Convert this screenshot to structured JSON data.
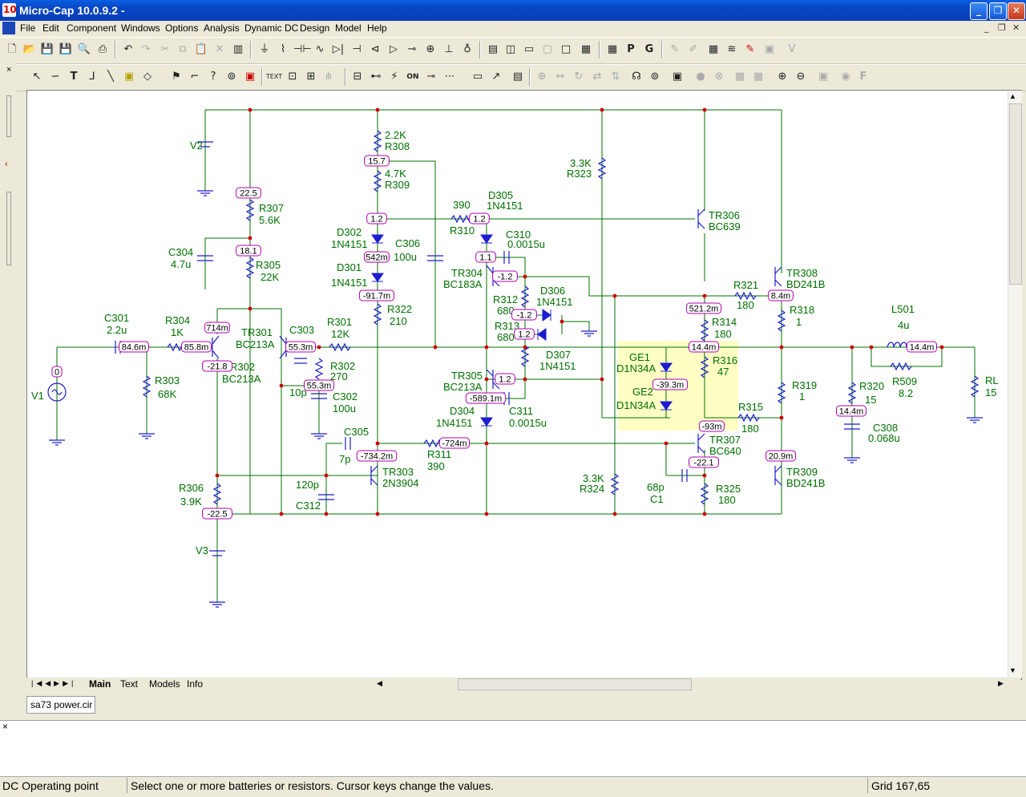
{
  "window": {
    "title": "Micro-Cap 10.0.9.2 -",
    "icon_text": "10"
  },
  "menu": [
    "File",
    "Edit",
    "Component",
    "Windows",
    "Options",
    "Analysis",
    "Dynamic DC",
    "Design",
    "Model",
    "Help"
  ],
  "toolbar_letters": {
    "p": "P",
    "g": "G",
    "text": "TEXT",
    "on": "ON",
    "f": "F"
  },
  "tabs": [
    "Main",
    "Text",
    "Models",
    "Info"
  ],
  "file_tab": "sa73 power.cir",
  "status": {
    "mode": "DC Operating point",
    "message": "Select one or more batteries or resistors. Cursor keys change the values.",
    "grid": "Grid 167,65"
  },
  "schematic": {
    "labels": [
      [
        "V2",
        236,
        185
      ],
      [
        "R307",
        322,
        263
      ],
      [
        "5.6K",
        322,
        278
      ],
      [
        "C304",
        209,
        318
      ],
      [
        "4.7u",
        212,
        333
      ],
      [
        "R305",
        318,
        334
      ],
      [
        "22K",
        324,
        349
      ],
      [
        "C301",
        129,
        400
      ],
      [
        "2.2u",
        132,
        415
      ],
      [
        "R304",
        205,
        403
      ],
      [
        "1K",
        212,
        418
      ],
      [
        "TR301",
        300,
        418
      ],
      [
        "BC213A",
        293,
        433
      ],
      [
        "C303",
        360,
        415
      ],
      [
        "R301",
        407,
        405
      ],
      [
        "12K",
        412,
        420
      ],
      [
        "R303",
        192,
        478
      ],
      [
        "68K",
        196,
        495
      ],
      [
        "V1",
        38,
        497
      ],
      [
        "R302",
        286,
        461
      ],
      [
        "BC213A",
        276,
        476
      ],
      [
        "R302",
        411,
        460
      ],
      [
        "270",
        411,
        473
      ],
      [
        "10p",
        360,
        493
      ],
      [
        "C302",
        414,
        498
      ],
      [
        "100u",
        414,
        513
      ],
      [
        "R306",
        222,
        612
      ],
      [
        "3.9K",
        224,
        629
      ],
      [
        "V3",
        243,
        690
      ],
      [
        "C305",
        428,
        542
      ],
      [
        "7p",
        422,
        576
      ],
      [
        "120p",
        368,
        608
      ],
      [
        "C312",
        368,
        634
      ],
      [
        "TR303",
        476,
        592
      ],
      [
        "2N3904",
        476,
        606
      ],
      [
        "2.2K",
        479,
        172
      ],
      [
        "R308",
        479,
        186
      ],
      [
        "4.7K",
        479,
        220
      ],
      [
        "R309",
        479,
        234
      ],
      [
        "D302",
        419,
        293
      ],
      [
        "1N4151",
        412,
        308
      ],
      [
        "C306",
        492,
        307
      ],
      [
        "100u",
        490,
        324
      ],
      [
        "D301",
        419,
        337
      ],
      [
        "1N4151",
        412,
        356
      ],
      [
        "R322",
        482,
        389
      ],
      [
        "210",
        485,
        404
      ],
      [
        "390",
        564,
        259
      ],
      [
        "R310",
        560,
        291
      ],
      [
        "D305",
        608,
        247
      ],
      [
        "1N4151",
        606,
        260
      ],
      [
        "C310",
        630,
        296
      ],
      [
        "0.0015u",
        632,
        308
      ],
      [
        "TR304",
        562,
        344
      ],
      [
        "BC183A",
        552,
        358
      ],
      [
        "R312",
        614,
        377
      ],
      [
        "680",
        619,
        391
      ],
      [
        "D306",
        673,
        366
      ],
      [
        "1N4151",
        668,
        380
      ],
      [
        "R313",
        616,
        410
      ],
      [
        "680",
        619,
        424
      ],
      [
        "D307",
        680,
        446
      ],
      [
        "1N4151",
        672,
        460
      ],
      [
        "TR305",
        562,
        472
      ],
      [
        "BC213A",
        552,
        486
      ],
      [
        "C311",
        634,
        516
      ],
      [
        "0.0015u",
        634,
        531
      ],
      [
        "D304",
        560,
        516
      ],
      [
        "1N4151",
        543,
        531
      ],
      [
        "R311",
        532,
        570
      ],
      [
        "390",
        532,
        585
      ],
      [
        "3.3K",
        710,
        207
      ],
      [
        "R323",
        706,
        220
      ],
      [
        "TR306",
        883,
        272
      ],
      [
        "BC639",
        883,
        286
      ],
      [
        "TR308",
        980,
        344
      ],
      [
        "BD241B",
        980,
        358
      ],
      [
        "R321",
        914,
        359
      ],
      [
        "180",
        918,
        384
      ],
      [
        "R314",
        887,
        405
      ],
      [
        "180",
        890,
        420
      ],
      [
        "R316",
        888,
        453
      ],
      [
        "47",
        894,
        467
      ],
      [
        "R318",
        984,
        390
      ],
      [
        "1",
        992,
        405
      ],
      [
        "GE1",
        784,
        449
      ],
      [
        "D1N34A",
        768,
        463
      ],
      [
        "GE2",
        788,
        492
      ],
      [
        "D1N34A",
        768,
        509
      ],
      [
        "R315",
        920,
        511
      ],
      [
        "180",
        924,
        538
      ],
      [
        "R319",
        987,
        484
      ],
      [
        "1",
        996,
        498
      ],
      [
        "TR307",
        884,
        552
      ],
      [
        "BC640",
        884,
        566
      ],
      [
        "TR309",
        980,
        592
      ],
      [
        "BD241B",
        980,
        606
      ],
      [
        "3.3K",
        726,
        600
      ],
      [
        "R324",
        722,
        613
      ],
      [
        "68p",
        806,
        611
      ],
      [
        "C1",
        810,
        626
      ],
      [
        "R325",
        892,
        613
      ],
      [
        "180",
        895,
        627
      ],
      [
        "L501",
        1111,
        389
      ],
      [
        "4u",
        1119,
        409
      ],
      [
        "R320",
        1071,
        485
      ],
      [
        "15",
        1078,
        502
      ],
      [
        "R509",
        1112,
        479
      ],
      [
        "8.2",
        1120,
        494
      ],
      [
        "C308",
        1088,
        537
      ],
      [
        "0.068u",
        1082,
        550
      ],
      [
        "RL",
        1228,
        478
      ],
      [
        "15",
        1228,
        493
      ]
    ],
    "node_values": [
      [
        "22.5",
        309,
        240
      ],
      [
        "18.1",
        309,
        312
      ],
      [
        "15.7",
        469,
        200
      ],
      [
        "1.2",
        469,
        272
      ],
      [
        "1.2",
        597,
        272
      ],
      [
        "542m",
        469,
        320
      ],
      [
        "-91.7m",
        469,
        368
      ],
      [
        "714m",
        270,
        408
      ],
      [
        "85.8m",
        244,
        432
      ],
      [
        "84.6m",
        166,
        432
      ],
      [
        "0",
        70,
        463
      ],
      [
        "-21.8",
        270,
        456
      ],
      [
        "55.3m",
        374,
        432
      ],
      [
        "55.3m",
        397,
        480
      ],
      [
        "1.1",
        605,
        320
      ],
      [
        "-1.2",
        629,
        344
      ],
      [
        "-1.2",
        653,
        392
      ],
      [
        "1.2",
        653,
        416
      ],
      [
        "1.2",
        629,
        472
      ],
      [
        "-589.1m",
        605,
        496
      ],
      [
        "-734.2m",
        469,
        568
      ],
      [
        "-724m",
        566,
        552
      ],
      [
        "-22.5",
        270,
        640
      ],
      [
        "521.2m",
        877,
        384
      ],
      [
        "8.4m",
        973,
        368
      ],
      [
        "14.4m",
        877,
        432
      ],
      [
        "-39.3m",
        835,
        479
      ],
      [
        "-93m",
        887,
        531
      ],
      [
        "-22.1",
        877,
        576
      ],
      [
        "20.9m",
        973,
        568
      ],
      [
        "14.4m",
        1149,
        432
      ],
      [
        "14.4m",
        1061,
        512
      ]
    ]
  }
}
